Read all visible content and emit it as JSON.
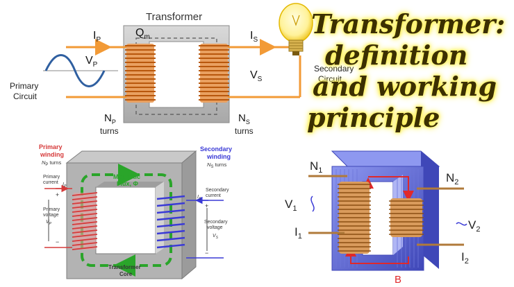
{
  "headline": {
    "lines": [
      "Transformer:",
      "definition",
      "and working",
      "principle"
    ]
  },
  "diagram_top": {
    "title": "Transformer",
    "flux_symbol": "Q",
    "flux_sub": "m",
    "primary_current": "I",
    "primary_current_sub": "P",
    "primary_voltage": "V",
    "primary_voltage_sub": "P",
    "secondary_current": "I",
    "secondary_current_sub": "S",
    "secondary_voltage": "V",
    "secondary_voltage_sub": "S",
    "primary_circuit_l1": "Primary",
    "primary_circuit_l2": "Circuit",
    "secondary_circuit_l1": "Secondary",
    "secondary_circuit_l2": "Circuit",
    "np": "N",
    "np_sub": "P",
    "ns": "N",
    "ns_sub": "S",
    "turns": "turns"
  },
  "diagram_left": {
    "primary_winding_l1": "Primary",
    "primary_winding_l2": "winding",
    "np_turns": "N",
    "np_turns_sub": "P",
    "np_turns_tail": " turns",
    "primary_current_l1": "Primary",
    "primary_current_l2": "current",
    "ip": "I",
    "ip_sub": "P",
    "primary_voltage_l1": "Primary",
    "primary_voltage_l2": "voltage",
    "vp": "V",
    "vp_sub": "P",
    "plus": "+",
    "minus": "−",
    "magnetic_flux_l1": "Magnetic",
    "magnetic_flux_l2": "Flux, Φ",
    "secondary_winding_l1": "Secondary",
    "secondary_winding_l2": "winding",
    "ns_turns": "N",
    "ns_turns_sub": "S",
    "ns_turns_tail": " turns",
    "secondary_current_l1": "Secondary",
    "secondary_current_l2": "current",
    "is": "I",
    "is_sub": "S",
    "secondary_voltage_l1": "Secondary",
    "secondary_voltage_l2": "voltage",
    "vs": "V",
    "vs_sub": "S",
    "core_l1": "Transformer",
    "core_l2": "Core"
  },
  "diagram_right": {
    "n1": "N",
    "n1_sub": "1",
    "n2": "N",
    "n2_sub": "2",
    "v1": "V",
    "v1_sub": "1",
    "v2": "V",
    "v2_sub": "2",
    "i1": "I",
    "i1_sub": "1",
    "i2": "I",
    "i2_sub": "2",
    "b": "B"
  },
  "colors": {
    "core_grey": "#b9b9b9",
    "copper": "#e07a1f",
    "wire_orange": "#f29a36",
    "primary_red": "#d63a3a",
    "secondary_blue": "#3a3ad6",
    "flux_green": "#2aa52a",
    "core_blue": "#4d56c9",
    "title_glow": "#ffe800"
  },
  "icons": [
    "lightbulb-icon",
    "ac-source-icon"
  ]
}
